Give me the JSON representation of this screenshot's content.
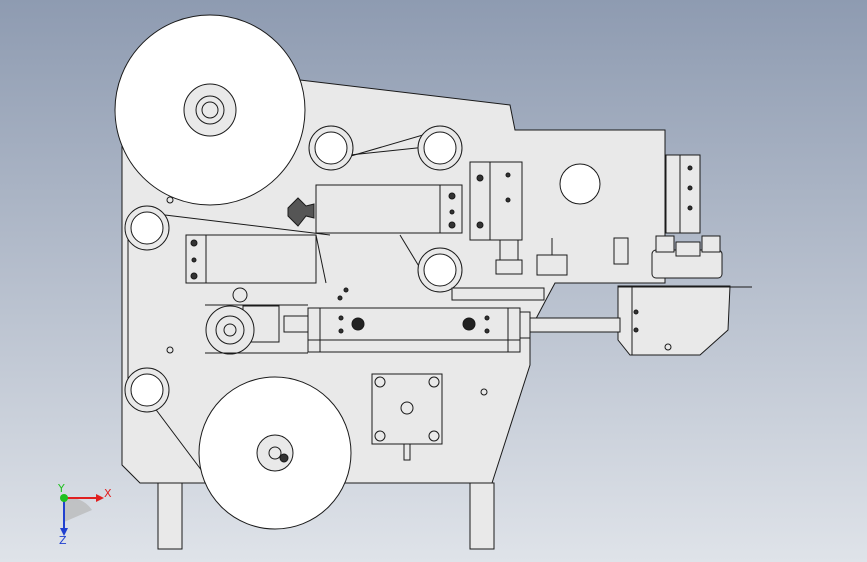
{
  "viewport": {
    "background_top": "#8e9bb1",
    "background_bottom": "#dfe3e9",
    "part_fill": "#e9e9e9",
    "line_color": "#1a1a1a"
  },
  "triad": {
    "x_label": "X",
    "y_label": "Y",
    "z_label": "Z",
    "x_color": "#e02020",
    "y_color": "#20c020",
    "z_color": "#2040d0"
  }
}
